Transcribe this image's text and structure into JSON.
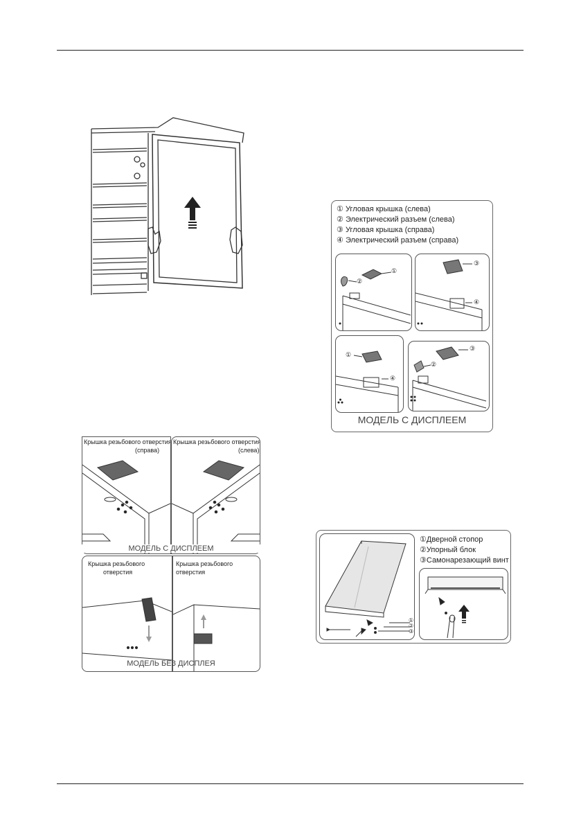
{
  "figure_connectors": {
    "items": [
      {
        "marker": "①",
        "label": "Угловая крышка (слева)"
      },
      {
        "marker": "②",
        "label": "Электрический разъем (слева)"
      },
      {
        "marker": "③",
        "label": "Угловая крышка (справа)"
      },
      {
        "marker": "④",
        "label": "Электрический разъем (справа)"
      }
    ],
    "caption": "МОДЕЛЬ С ДИСПЛЕЕМ",
    "panel_markers": [
      "①",
      "②",
      "③",
      "④",
      "①",
      "④",
      "③",
      "②"
    ]
  },
  "figure_covers": {
    "top_left_label_line1": "Крышка резьбового отверстия",
    "top_left_label_line2": "(справа)",
    "top_right_label_line1": "Крышка резьбового отверстия",
    "top_right_label_line2": "(слева)",
    "caption_display": "МОДЕЛЬ С ДИСПЛЕЕМ",
    "bottom_left_label_line1": "Крышка резьбового",
    "bottom_left_label_line2": "отверстия",
    "bottom_right_label_line1": "Крышка резьбового",
    "bottom_right_label_line2": "отверстия",
    "caption_no_display": "МОДЕЛЬ БЕЗ ДИСПЛЕЯ"
  },
  "figure_stopper": {
    "items": [
      {
        "marker": "①",
        "label": "Дверной стопор"
      },
      {
        "marker": "②",
        "label": "Упорный блок"
      },
      {
        "marker": "③",
        "label": "Самонарезающий винт"
      }
    ],
    "markers": [
      "①",
      "②",
      "③"
    ]
  },
  "colors": {
    "line": "#222222",
    "frame": "#555555",
    "caption": "#444444"
  }
}
